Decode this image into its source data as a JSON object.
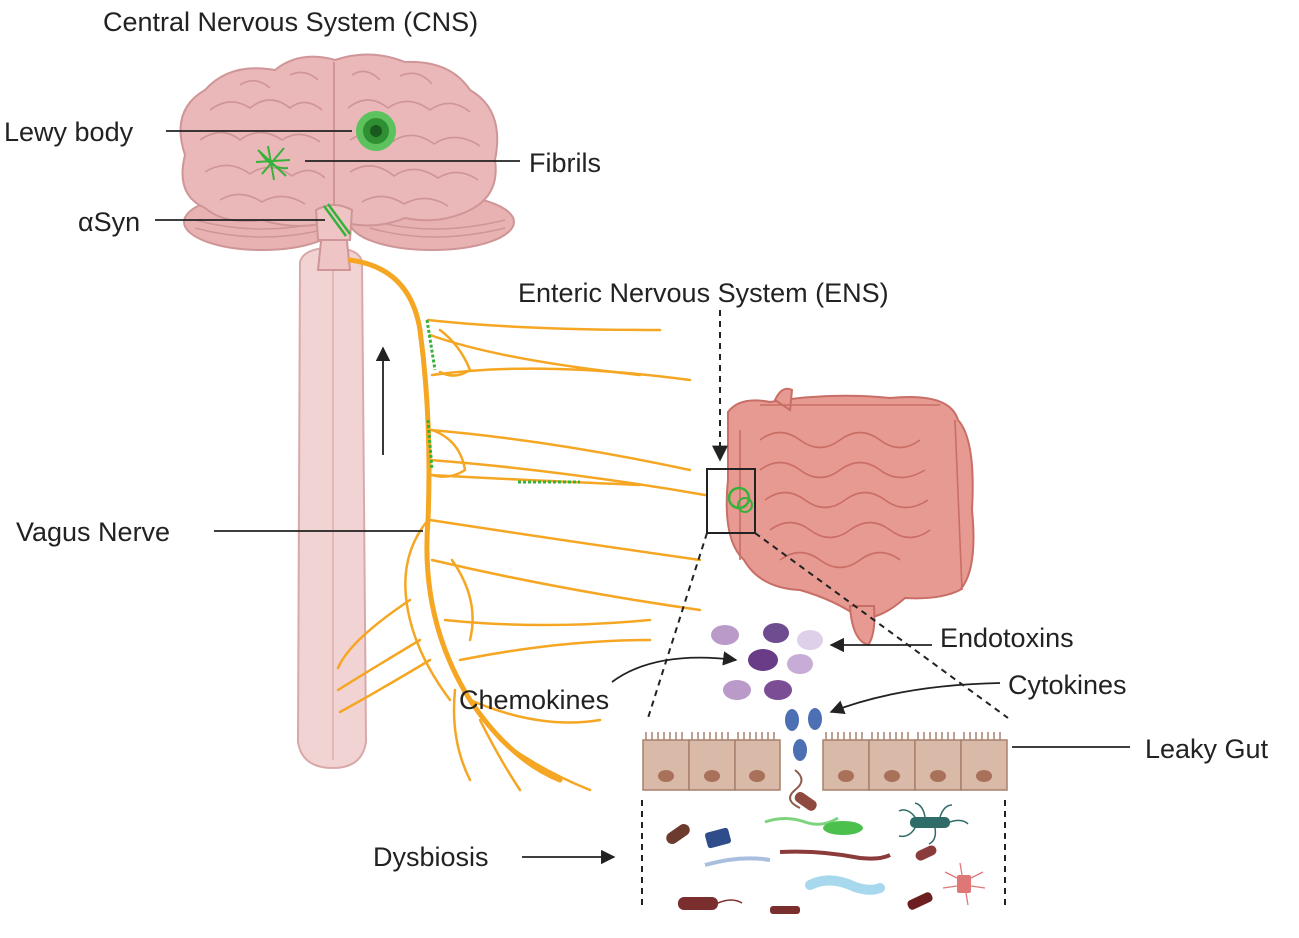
{
  "labels": {
    "cns": "Central Nervous System (CNS)",
    "lewy_body": "Lewy body",
    "fibrils": "Fibrils",
    "asyn": "αSyn",
    "ens": "Enteric Nervous System (ENS)",
    "vagus_nerve": "Vagus Nerve",
    "endotoxins": "Endotoxins",
    "cytokines": "Cytokines",
    "chemokines": "Chemokines",
    "leaky_gut": "Leaky Gut",
    "dysbiosis": "Dysbiosis"
  },
  "colors": {
    "brain": "#eab8b9",
    "brain_fold": "#cf9597",
    "spine": "#f1d3d3",
    "nerve": "#f5a623",
    "asyn_fibril": "#36b13a",
    "intestine": "#e79a91",
    "intestine_dark": "#c96e66",
    "epithelium": "#d9b9a8",
    "nucleus": "#a9705a",
    "molecule_purple": "#8f5ea0",
    "molecule_light": "#b99ac9",
    "cytokine_blue": "#4d6fb3"
  },
  "icons": [
    "brain-icon",
    "spinal-cord-icon",
    "vagus-nerve-icon",
    "intestine-icon",
    "bacteria-icon",
    "epithelial-cell-icon"
  ]
}
